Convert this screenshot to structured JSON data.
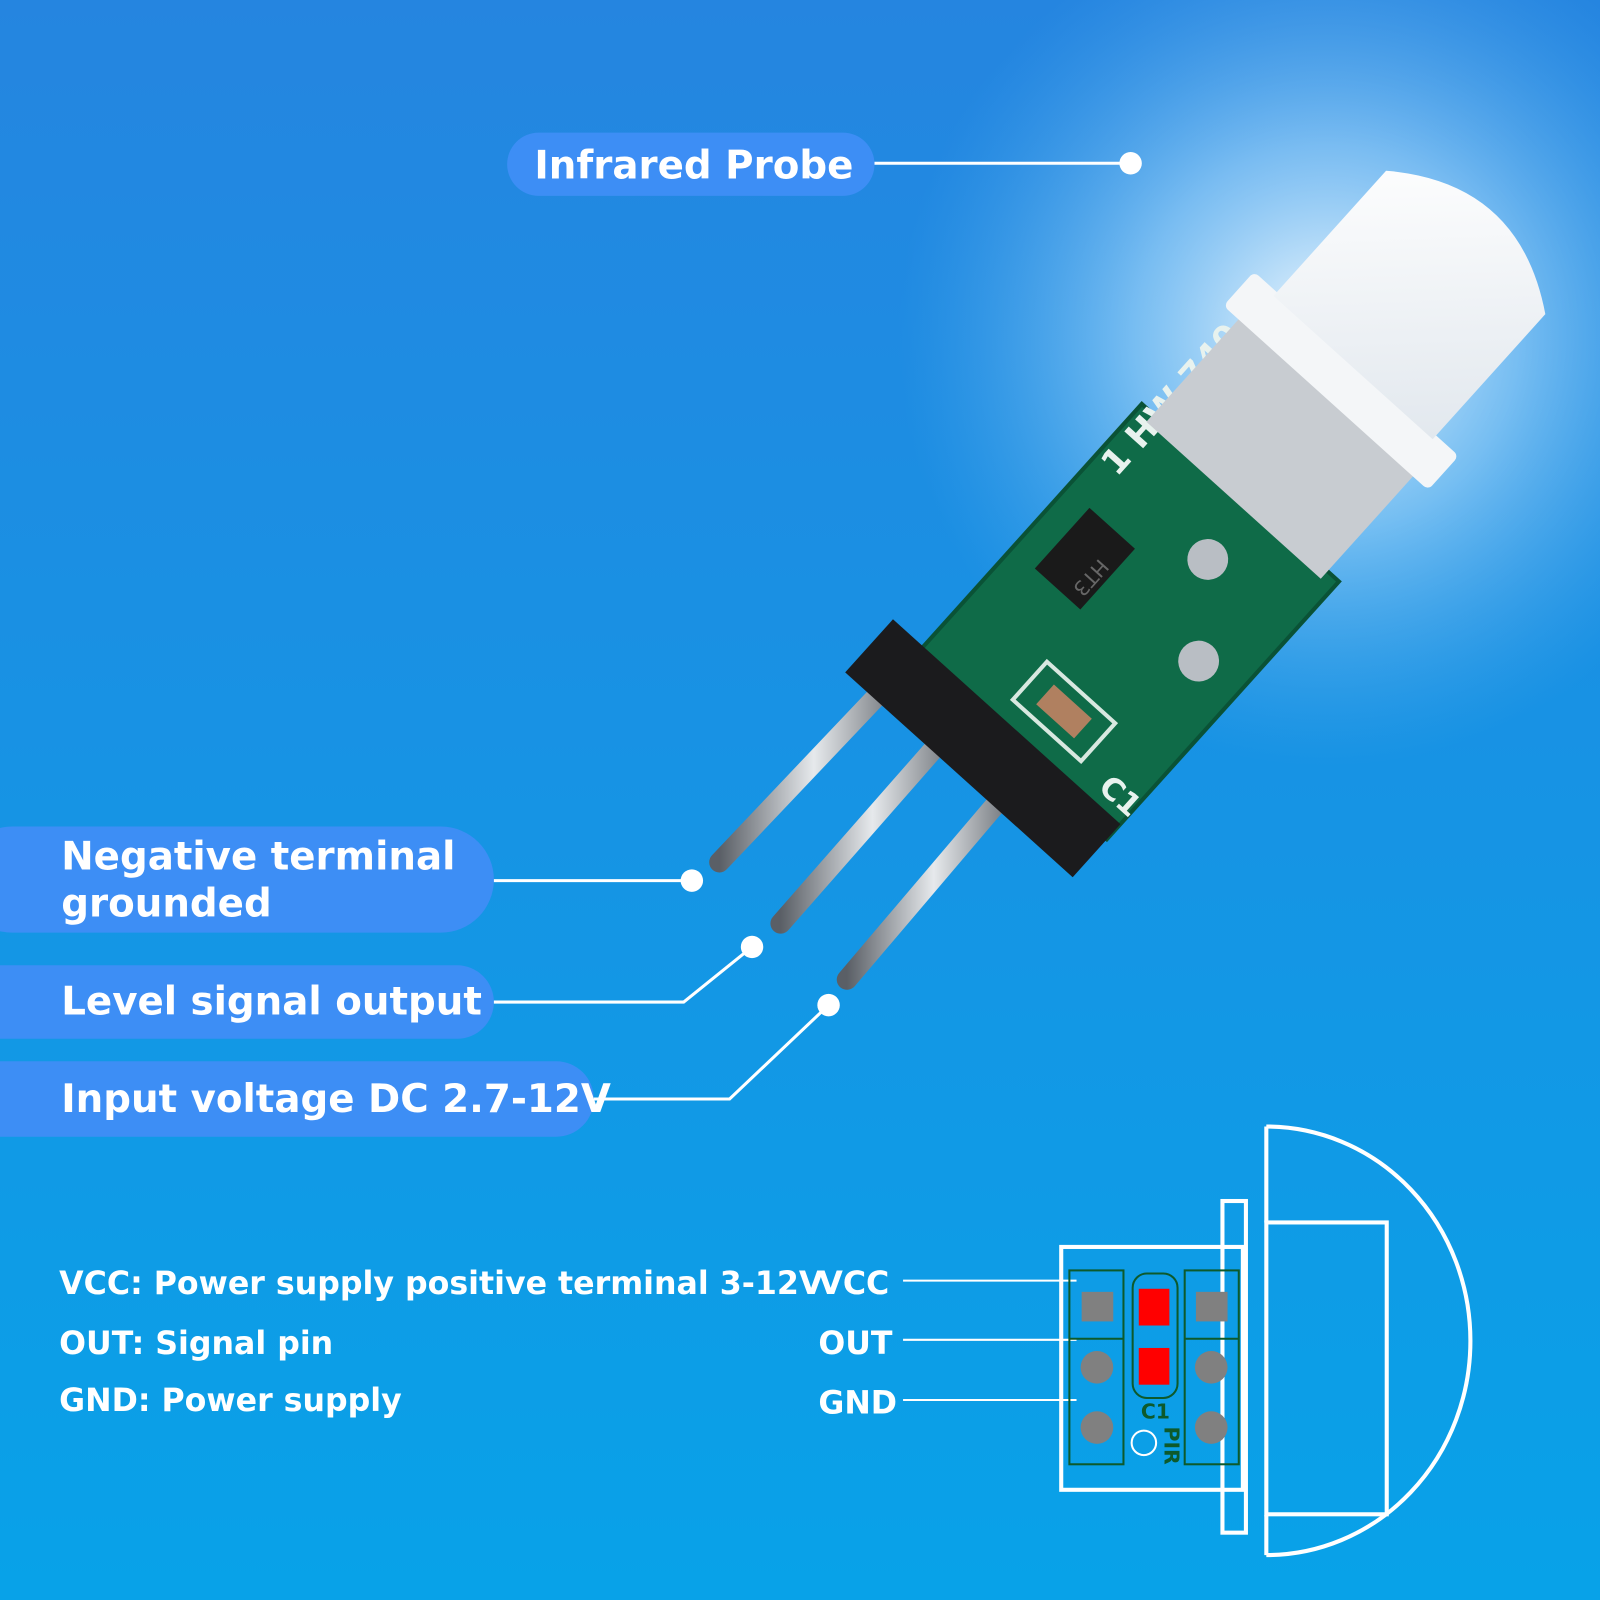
{
  "callouts": {
    "probe": "Infrared Probe",
    "negative_line1": "Negative terminal",
    "negative_line2": "grounded",
    "signal": "Level signal output",
    "input": "Input voltage DC 2.7-12V"
  },
  "board": {
    "model": "1 HW-740",
    "chip": "HT3",
    "capacitor": "C1"
  },
  "legend": [
    "VCC: Power supply positive terminal 3-12V",
    "OUT: Signal pin",
    "GND: Power supply"
  ],
  "schematic": {
    "pins": [
      "VCC",
      "OUT",
      "GND"
    ],
    "cap_label": "C1",
    "sensor_label": "PIR"
  },
  "colors": {
    "background_top": "#2585e0",
    "background_bottom": "#08a2e8",
    "callout_fill": "#3d8ef5",
    "pcb_green": "#0f6b48",
    "pad_red": "#ff0000",
    "pad_gray": "#808080"
  }
}
